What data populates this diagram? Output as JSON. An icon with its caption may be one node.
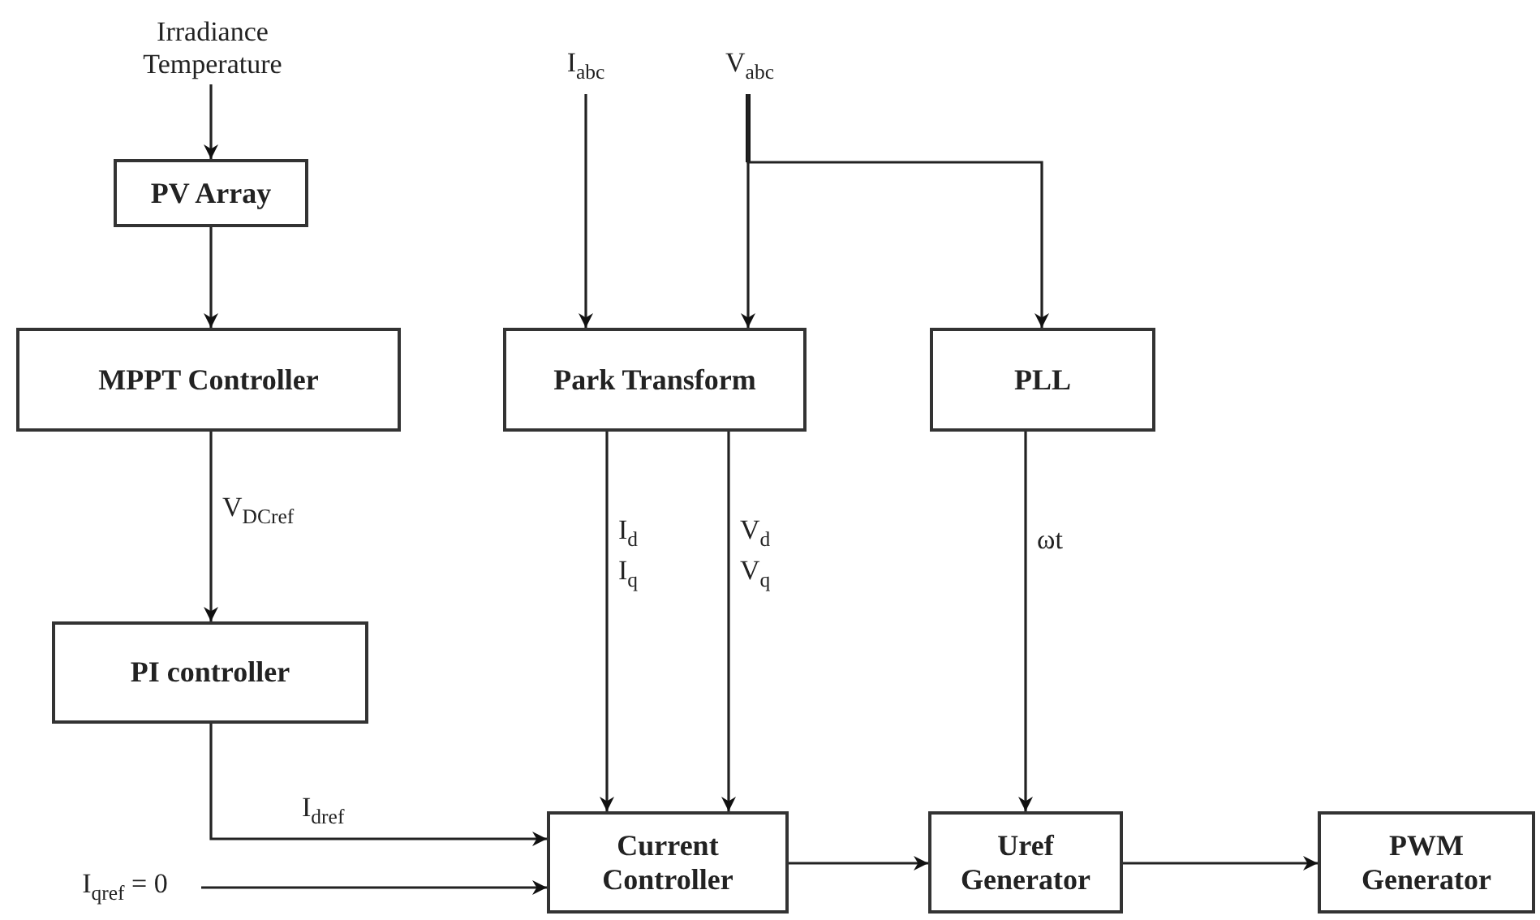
{
  "diagram": {
    "nodes": [
      {
        "text": [
          "Irradiance Temperature"
        ]
      },
      {
        "text": [
          "PV Array"
        ]
      },
      {
        "text": [
          "MPPT Controller"
        ]
      },
      {
        "text": [
          "PI controller"
        ]
      },
      {
        "text": [
          "I$_{abc}$"
        ]
      },
      {
        "text": [
          "V$_{abc}$"
        ]
      },
      {
        "text": [
          "Park Transform"
        ]
      },
      {
        "text": [
          "PLL"
        ]
      },
      {
        "text": [
          "Current Controller"
        ]
      },
      {
        "text": [
          "Uref Generator"
        ]
      },
      {
        "text": [
          "PWM Generator"
        ]
      },
      {
        "text": [
          "I$_{qref}$ = 0"
        ]
      }
    ],
    "edges": [
      {
        "from": 0,
        "to": 1,
        "arrow": "to"
      },
      {
        "from": 1,
        "to": 2,
        "arrow": "to"
      },
      {
        "from": 2,
        "to": 3,
        "arrow": "to",
        "label": "V$_{DCref}$"
      },
      {
        "from": 3,
        "to": 8,
        "arrow": "to",
        "label": "I$_{dref}$"
      },
      {
        "from": 4,
        "to": 6,
        "arrow": "to"
      },
      {
        "from": 5,
        "to": 6,
        "arrow": "to"
      },
      {
        "from": 5,
        "to": 7,
        "arrow": "to"
      },
      {
        "from": 6,
        "to": 8,
        "arrow": "to",
        "label": "I$_{d}$ I$_{q}$"
      },
      {
        "from": 6,
        "to": 8,
        "arrow": "to",
        "label": "V$_{d}$ V$_{q}$"
      },
      {
        "from": 7,
        "to": 9,
        "arrow": "to",
        "label": "ωt"
      },
      {
        "from": 8,
        "to": 9,
        "arrow": "to"
      },
      {
        "from": 9,
        "to": 10,
        "arrow": "to"
      },
      {
        "from": 11,
        "to": 8,
        "arrow": "to"
      }
    ]
  }
}
